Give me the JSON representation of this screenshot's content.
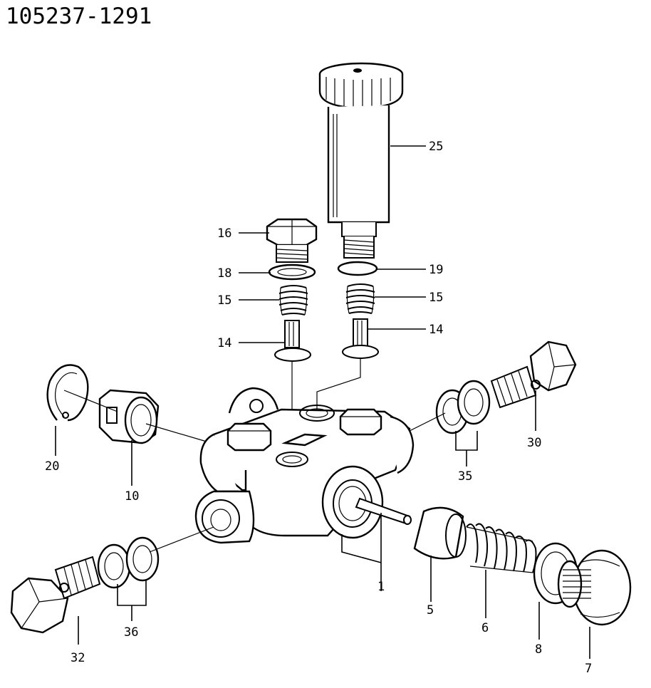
{
  "title": "105237-1291",
  "callouts": {
    "p1": "1",
    "p5": "5",
    "p6": "6",
    "p7": "7",
    "p8": "8",
    "p10": "10",
    "p14a": "14",
    "p14b": "14",
    "p15a": "15",
    "p15b": "15",
    "p16": "16",
    "p18": "18",
    "p19": "19",
    "p20": "20",
    "p25": "25",
    "p30": "30",
    "p32": "32",
    "p35": "35",
    "p36": "36"
  }
}
